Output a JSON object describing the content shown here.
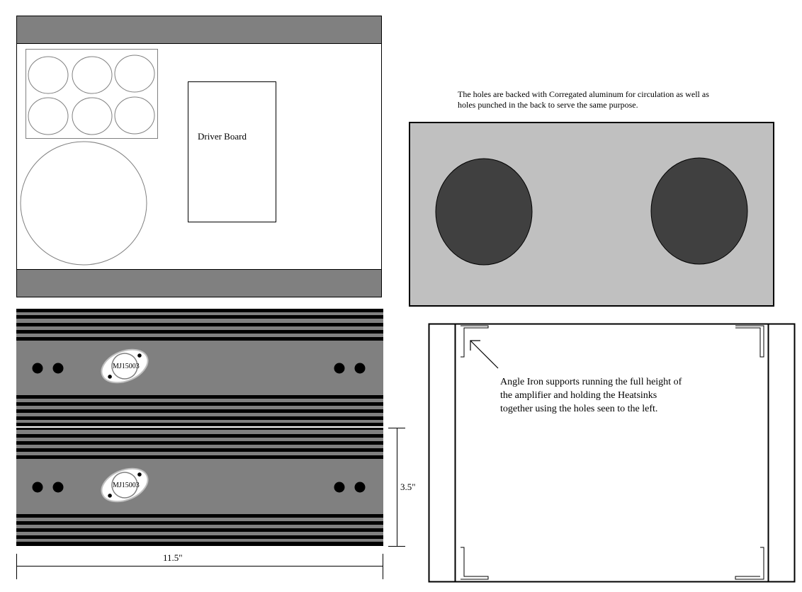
{
  "top_view": {
    "driver_board_label": "Driver Board"
  },
  "back_panel": {
    "note_line1": "The holes are backed with Corregated aluminum for circulation as well as",
    "note_line2": "holes punched in the back to serve the same purpose.",
    "panel_color": "#c0c0c0",
    "hole_color": "#404040"
  },
  "heatsinks": {
    "transistor_label": "MJ15003",
    "units": 2,
    "body_color": "#808080",
    "fin_color": "#000000"
  },
  "dimensions": {
    "height_label": "3.5\"",
    "width_label": "11.5\""
  },
  "side_view": {
    "note_line1": "Angle Iron supports running the full height of",
    "note_line2": "the amplifier and holding the Heatsinks",
    "note_line3": "together using the holes seen to the left."
  }
}
